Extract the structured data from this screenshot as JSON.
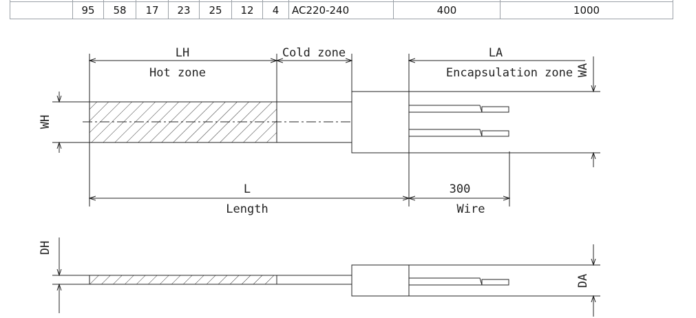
{
  "table": {
    "row": [
      "95",
      "58",
      "17",
      "23",
      "25",
      "12",
      "4",
      "AC220-240",
      "400",
      "1000"
    ]
  },
  "labels": {
    "lh": "LH",
    "hot_zone": "Hot zone",
    "cold_zone": "Cold zone",
    "la": "LA",
    "encapsulation_zone": "Encapsulation zone",
    "wa": "WA",
    "wh": "WH",
    "l": "L",
    "length": "Length",
    "wire_len": "300",
    "wire": "Wire",
    "dh": "DH",
    "da": "DA"
  }
}
